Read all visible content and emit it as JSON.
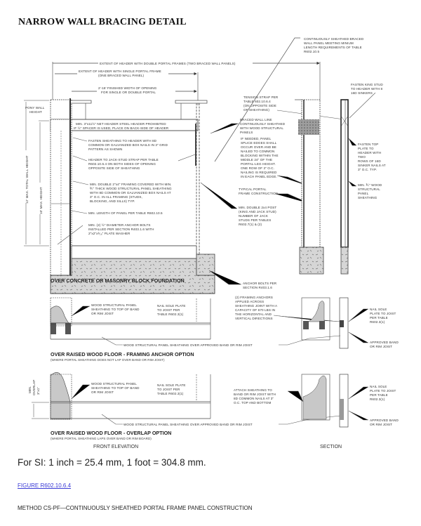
{
  "title": "NARROW WALL BRACING DETAIL",
  "drawing": {
    "top_labels": {
      "continuously_sheathed": [
        "CONTINUOUSLY SHEATHED BRACED",
        "WALL PANEL MEETING MINIUM",
        "LENGTH REQUIREMENTS OF TABLE",
        "R602.10.5"
      ],
      "extent_double": "EXTENT OF HEADER WITH DOUBLE PORTAL FRAMES (TWO BRACED WALL PANELS)",
      "extent_single": [
        "EXTENT OF HEADER WITH SINGLE PORTAL FRAME",
        "(ONE BRACED WALL PANEL)"
      ],
      "finished_width": [
        "2'-18' FINISHED WIDTH OF OPENING",
        "FOR SINGLE OR DOUBLE PORTAL"
      ]
    },
    "dimension_labels": {
      "pony_wall": [
        "PONY WALL",
        "HEIGHT"
      ],
      "total_wall": "12' MAX. TOTAL WALL HEIGHT",
      "height": "10' MAX. HEIGHT"
    },
    "elevation_notes": {
      "header": [
        "MIN. 3\"x11½\" NET HEADER STEEL HEADER PROHIBITED",
        "IF ½\" SPACER IS USED, PLACE ON BACK-SIDE OF HEADER"
      ],
      "fasten_sheathing": [
        "FASTEN SHEATHING TO HEADER WITH 8D",
        "COMMON OR GALVANIZED BOX NAILS IN 3\" GRID",
        "PATTERN AS SHOWN"
      ],
      "header_strap": [
        "HEADER TO JACK-STUD STRAP PER TABLE",
        "R602.10.6.4 ON BOTH SIDES OF OPENING",
        "OPPOSITE SIDE OF SHEATHING"
      ],
      "double_framing": [
        "MIN. DOUBLE 2\"x4\" FRAMING COVERED WITH MIN.",
        "⅗\" THICK WOOD STRUCTURAL PANEL SHEATHING",
        "WITH 8D COMMON OR GALVANIZED BOX NAILS AT",
        "3\" O.C. IN ALL FRAMING (STUDS,",
        "BLOCKING, AND SILLS) TYP."
      ],
      "min_length": "MIN. LENGTH OF PANEL PER TABLE R602.10.5",
      "anchor_bolts": [
        "MIN. (2) ½\" DIAMETER ANCHOR BOLTS",
        "INSTALLED PER SECTION R403.1.6 WITH",
        "2\"x2\"x³⁄₁₆\" PLATE WASHER"
      ],
      "tension_strap": [
        "TENSION STRAP PER",
        "TABLE 602.10.6.4",
        "(ON OPPOSITE SIDE",
        "OF SHEATHING)"
      ],
      "braced_wall_line": [
        "BRACED WALL LINE",
        "CONTINUOUSLY SHEATHED",
        "WITH WOOD STRUCTURAL",
        "PANELS"
      ],
      "panel_splice": [
        "IF NEEDED, PANEL",
        "SPLICE EDGES SHALL",
        "OCCUR OVER AND BE",
        "NAILED TO COMMON",
        "BLOCKING WITHIN THE",
        "MIDDLE 24\" OF THE",
        "PORTAL-LEG HEIGHT.",
        "ONE ROW OF 3\" O.C.",
        "NAILING IS REQUIRED",
        "IN EACH PANEL EDGE."
      ],
      "typical_portal": [
        "TYPICAL PORTAL",
        "FRAME CONSTRUCTION"
      ],
      "double_post": [
        "MIN. DOUBLE 2x4 POST",
        "(KING AND JACK STUD)",
        "NUMBER OF JACK",
        "STUDS PER TABLES",
        "R602.7(1) & (2)"
      ],
      "anchor_bolts_section": [
        "ANCHOR BOLTS PER",
        "SECTION R403.1.6"
      ]
    },
    "section_notes": {
      "king_stud": [
        "FASTEN KING STUD",
        "TO HEADER WITH 8",
        "16D SINKERS"
      ],
      "top_plate": [
        "FASTEN TOP",
        "PLATE TO",
        "HEADER WITH",
        "TWO",
        "ROWS OF 16D",
        "SINKER NAILS AT",
        "3\" O.C. TYP."
      ],
      "min_sheathing": [
        "MIN. ⅗\" WOOD",
        "STRUCTURAL",
        "PANEL",
        "SHEATHING"
      ]
    },
    "framing_anchor_option": {
      "caption": "OVER RAISED WOOD FLOOR - FRAMING ANCHOR OPTION",
      "subcaption": "(WHERE PORTAL SHEATHING DOES NOT LAP OVER BAND OR RIM JOIST)",
      "sheathing_note": [
        "WOOD STRUCTURAL PANEL",
        "SHEATHING TO TOP OF BAND",
        "OR RIM JOIST"
      ],
      "nail_sole": [
        "NAIL SOLE PLATE",
        "TO JOIST PER",
        "TABLE R602.3(1)"
      ],
      "framing_anchors": [
        "(2) FRAMING ANCHORS",
        "APPLIED ACROSS",
        "SHEATHING JOINT WITH A",
        "CAPACITY OF 670 LBS IN",
        "THE HORIZONTAL AND",
        "VERTICAL DIRECTIONS"
      ],
      "bottom_note": "WOOD STRUCTURAL PANEL SHEATHING OVER APPROVED BAND OR RIM JOIST",
      "section_nail_sole": [
        "NAIL SOLE",
        "PLATE TO JOIST",
        "PER TABLE",
        "R602.3(1)"
      ],
      "approved_band": [
        "APPROVED BAND",
        "OR RIM JOIST"
      ]
    },
    "foundation_caption": "OVER CONCRETE OR MASONRY BLOCK FOUNDATION",
    "overlap_option": {
      "caption": "OVER RAISED WOOD FLOOR - OVERLAP OPTION",
      "subcaption": "(WHERE PORTAL SHEATHING LAPS OVER BAND OR RIM BOARD)",
      "min_overlap": [
        "MIN.",
        "OVERLAP",
        "3\"x1\""
      ],
      "sheathing_note": [
        "WOOD STRUCTURAL PANEL",
        "SHEATHING TO TOP OF BAND",
        "OR RIM JOIST"
      ],
      "nail_sole": [
        "NAIL SOLE PLATE",
        "TO JOIST PER",
        "TABLE R602.3(1)"
      ],
      "attach_sheathing": [
        "ATTACH SHEATHING TO",
        "BAND OR RIM JOIST WITH",
        "8D COMMON NAILS AT 3\"",
        "O.C. TOP AND BOTTOM"
      ],
      "bottom_note": "WOOD STRUCTURAL PANEL SHEATHING OVER APPROVED BAND OR RIM JOIST",
      "section_nail_sole": [
        "NAIL SOLE",
        "PLATE TO JOIST",
        "PER TABLE",
        "R602.3(1)"
      ],
      "approved_band": [
        "APPROVED BAND",
        "OR RIM JOIST"
      ]
    },
    "view_labels": {
      "front": "FRONT ELEVATION",
      "section": "SECTION"
    }
  },
  "si_note": "For SI: 1 inch = 25.4 mm, 1 foot = 304.8 mm.",
  "figure_link": "FIGURE R602.10.6.4",
  "method_text": "METHOD CS-PF—CONTINUOUSLY SHEATHED PORTAL FRAME PANEL CONSTRUCTION",
  "colors": {
    "link": "#3b3bd6",
    "line": "#444444",
    "concrete": "#d4d4d4",
    "sheathing_fill": "#bdbdbd"
  }
}
